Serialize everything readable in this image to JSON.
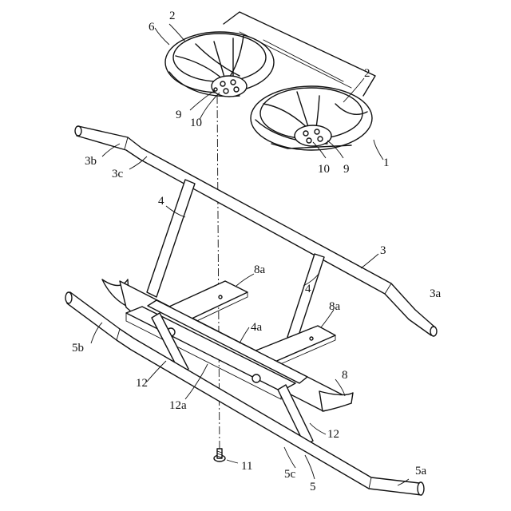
{
  "labels": {
    "l1": "1",
    "l2a": "2",
    "l2b": "2",
    "l3": "3",
    "l3a": "3a",
    "l3b": "3b",
    "l3c": "3c",
    "l4a": "4",
    "l4b": "4",
    "l4c": "4a",
    "l5": "5",
    "l5a": "5a",
    "l5b": "5b",
    "l5c": "5c",
    "l6": "6",
    "l8": "8",
    "l8a1": "8a",
    "l8a2": "8a",
    "l9a": "9",
    "l9b": "9",
    "l10a": "10",
    "l10b": "10",
    "l11": "11",
    "l12a": "12",
    "l12b": "12",
    "l12c": "12a"
  }
}
